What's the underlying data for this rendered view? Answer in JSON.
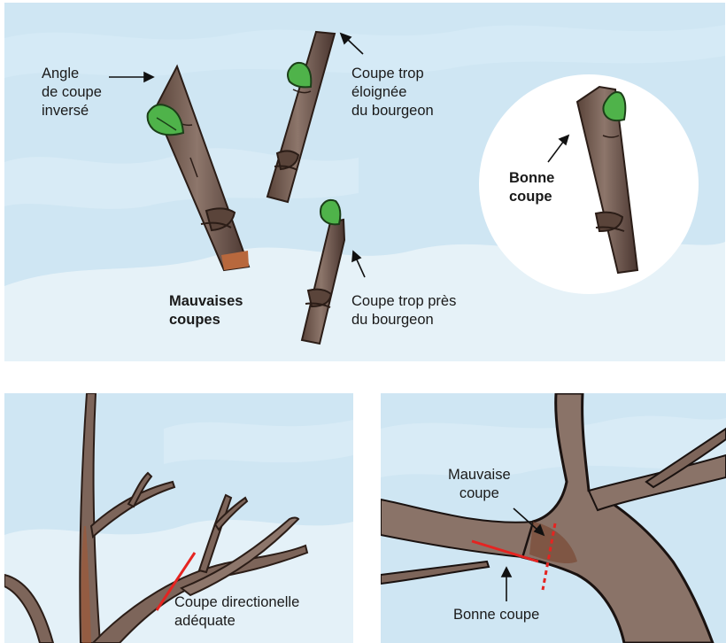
{
  "top_panel": {
    "angle_label": [
      "Angle",
      "de coupe",
      "inversé"
    ],
    "far_label": [
      "Coupe trop",
      "éloignée",
      "du bourgeon"
    ],
    "near_label": [
      "Coupe trop près",
      "du bourgeon"
    ],
    "bad_label": [
      "Mauvaises",
      "coupes"
    ],
    "good_label": [
      "Bonne",
      "coupe"
    ]
  },
  "bottom_left_panel": {
    "directional_label": [
      "Coupe directionelle",
      "adéquate"
    ]
  },
  "bottom_right_panel": {
    "bad_label": [
      "Mauvaise",
      "coupe"
    ],
    "good_label": "Bonne coupe"
  },
  "colors": {
    "sky": "#cfe6f3",
    "cloud": "#e8f3f9",
    "bark": "#6e5549",
    "bark_light": "#9a8378",
    "bark_dark": "#2b1d17",
    "bud": "#4fb34a",
    "cut_line": "#e52421"
  }
}
